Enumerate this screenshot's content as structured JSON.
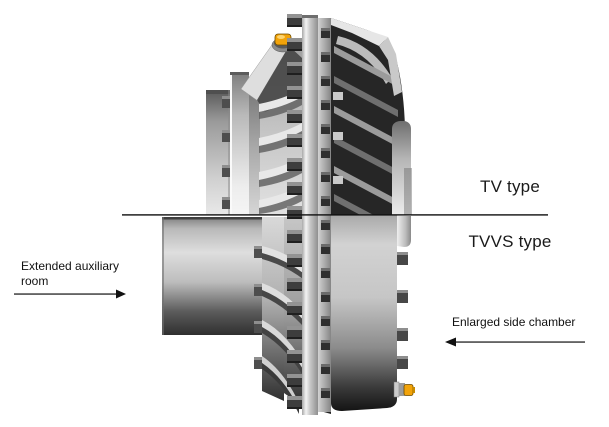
{
  "figure": {
    "subject": "fluid-coupling-half-section-comparison",
    "labels": {
      "top": "TV type",
      "bottom": "TVVS type"
    },
    "annotations": {
      "left": {
        "text": "Extended auxiliary room",
        "arrow": "right"
      },
      "right": {
        "text": "Enlarged side chamber",
        "arrow": "left"
      }
    },
    "illustration": {
      "plug_color": "#F2A30A",
      "cavity_color": "#262626",
      "metal_light": "#E8E8E8",
      "line_color": "#111111",
      "background": "#FFFFFF"
    }
  }
}
